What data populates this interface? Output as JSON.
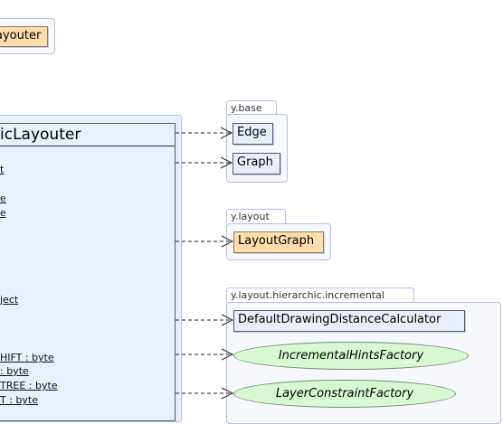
{
  "top_left_class": {
    "label": "ayouter"
  },
  "main_class": {
    "title": "icLayouter",
    "members": [
      "t",
      "e",
      "e",
      "ject",
      "HIFT : byte",
      ": byte",
      "TREE : byte",
      "T : byte"
    ]
  },
  "packages": {
    "base": {
      "name": "y.base",
      "classes": [
        "Edge",
        "Graph"
      ]
    },
    "layout": {
      "name": "y.layout",
      "classes": [
        "LayoutGraph"
      ]
    },
    "incremental": {
      "name": "y.layout.hierarchic.incremental",
      "classes": [
        "DefaultDrawingDistanceCalculator"
      ],
      "interfaces": [
        "IncrementalHintsFactory",
        "LayerConstraintFactory"
      ]
    }
  }
}
